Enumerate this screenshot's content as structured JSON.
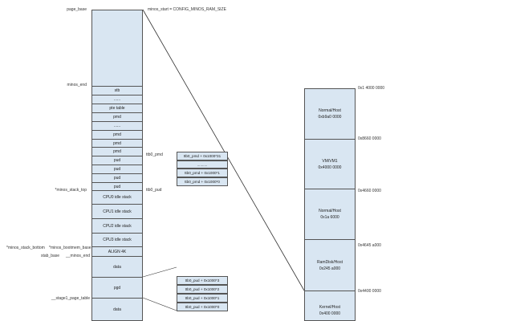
{
  "left_top": {
    "page_base": "page_base",
    "minos_start": "minos_start = CONFIG_MINOS_RAM_SIZE",
    "minos_end": "minos_end"
  },
  "segments": [
    {
      "label": "stb"
    },
    {
      "label": "......"
    },
    {
      "label": "pte table"
    },
    {
      "label": "pmd"
    },
    {
      "label": "......"
    },
    {
      "label": "pmd"
    },
    {
      "label": "pmd"
    },
    {
      "label": "pmd"
    },
    {
      "label": "pud"
    },
    {
      "label": "pud"
    },
    {
      "label": "pud"
    },
    {
      "label": "pud"
    },
    {
      "label": "CPU0 idle stack"
    },
    {
      "label": "CPU1 idle stack"
    },
    {
      "label": "CPU2 idle stack"
    },
    {
      "label": "CPU3 idle stack"
    },
    {
      "label": "ALIGN 4K"
    },
    {
      "label": "data"
    },
    {
      "label": "pgd"
    },
    {
      "label": "data"
    }
  ],
  "side_labels": {
    "ttb0_pmd": "ttb0_pmd",
    "ttb0_pud": "ttb0_pud",
    "minos_stack_top": "*minos_stack_top",
    "minos_stack_bottom": "*minos_stack_bottom",
    "minos_bootmem_base": "*minos_bootmem_base",
    "stab_base": "stab_base",
    "minos_end2": "__minos_end",
    "stage1_page_table": "__stage1_page_table"
  },
  "pmd_table": [
    "ttb0_pmd + 0x1000*31",
    "..........",
    "ttb0_pmd + 0x1000*1",
    "ttb0_pmd + 0x1000*0"
  ],
  "pud_table": [
    "ttb0_pud + 0x1000*3",
    "ttb0_pud + 0x1000*2",
    "ttb0_pud + 0x1000*1",
    "ttb0_pud + 0x1000*0"
  ],
  "memory_regions": [
    {
      "name": "Normal/Host",
      "addr": "0xb9a0 0000"
    },
    {
      "name": "VM/VM1",
      "addr": "0x4000 0000"
    },
    {
      "name": "Normal/Host",
      "addr": "0x1a 6000"
    },
    {
      "name": "RamDisk/Host",
      "addr": "0x245 a000"
    },
    {
      "name": "Kernel/Host",
      "addr": "0x400 0000"
    }
  ],
  "memory_addresses": [
    "0x1 4000 0000",
    "0x8660 0000",
    "0x4660 0000",
    "0x4645 a000",
    "0x4400 0000"
  ],
  "colors": {
    "box_fill": "#d9e6f2",
    "border": "#555555"
  }
}
